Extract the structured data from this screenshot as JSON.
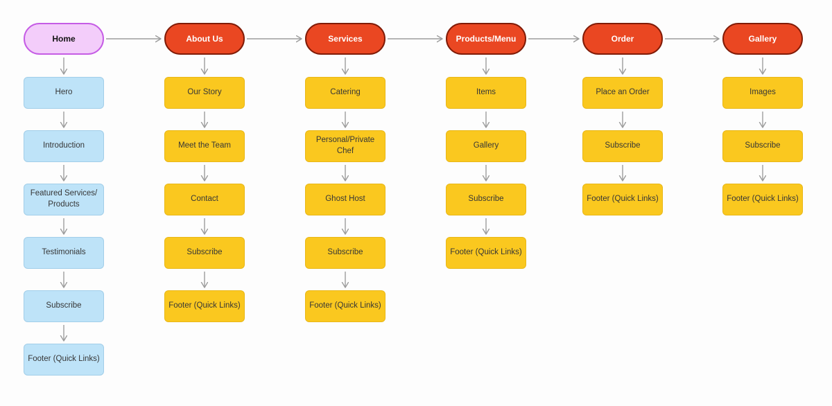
{
  "app": {
    "background": "#FDFDFD"
  },
  "colors": {
    "arrow": "#9c9c9c",
    "home_pill_fill": "#F3CDFA",
    "home_pill_border": "#C55CE5",
    "home_pill_text": "#141414",
    "section_pill_fill": "#EA4722",
    "section_pill_border": "#801B07",
    "section_pill_text": "#FFFFFF",
    "home_child_fill": "#BEE3F8",
    "child_fill": "#FAC81F",
    "child_text": "#363636"
  },
  "sitemap": {
    "columns": [
      {
        "label": "Home",
        "style": "home",
        "children": [
          "Hero",
          "Introduction",
          "Featured Services/\nProducts",
          "Testimonials",
          "Subscribe",
          "Footer (Quick Links)"
        ]
      },
      {
        "label": "About Us",
        "style": "section",
        "children": [
          "Our Story",
          "Meet the Team",
          "Contact",
          "Subscribe",
          "Footer (Quick Links)"
        ]
      },
      {
        "label": "Services",
        "style": "section",
        "children": [
          "Catering",
          "Personal/Private Chef",
          "Ghost Host",
          "Subscribe",
          "Footer (Quick Links)"
        ]
      },
      {
        "label": "Products/Menu",
        "style": "section",
        "children": [
          "Items",
          "Gallery",
          "Subscribe",
          "Footer (Quick Links)"
        ]
      },
      {
        "label": "Order",
        "style": "section",
        "children": [
          "Place an Order",
          "Subscribe",
          "Footer (Quick Links)"
        ]
      },
      {
        "label": "Gallery",
        "style": "section",
        "children": [
          "Images",
          "Subscribe",
          "Footer (Quick Links)"
        ]
      }
    ]
  }
}
